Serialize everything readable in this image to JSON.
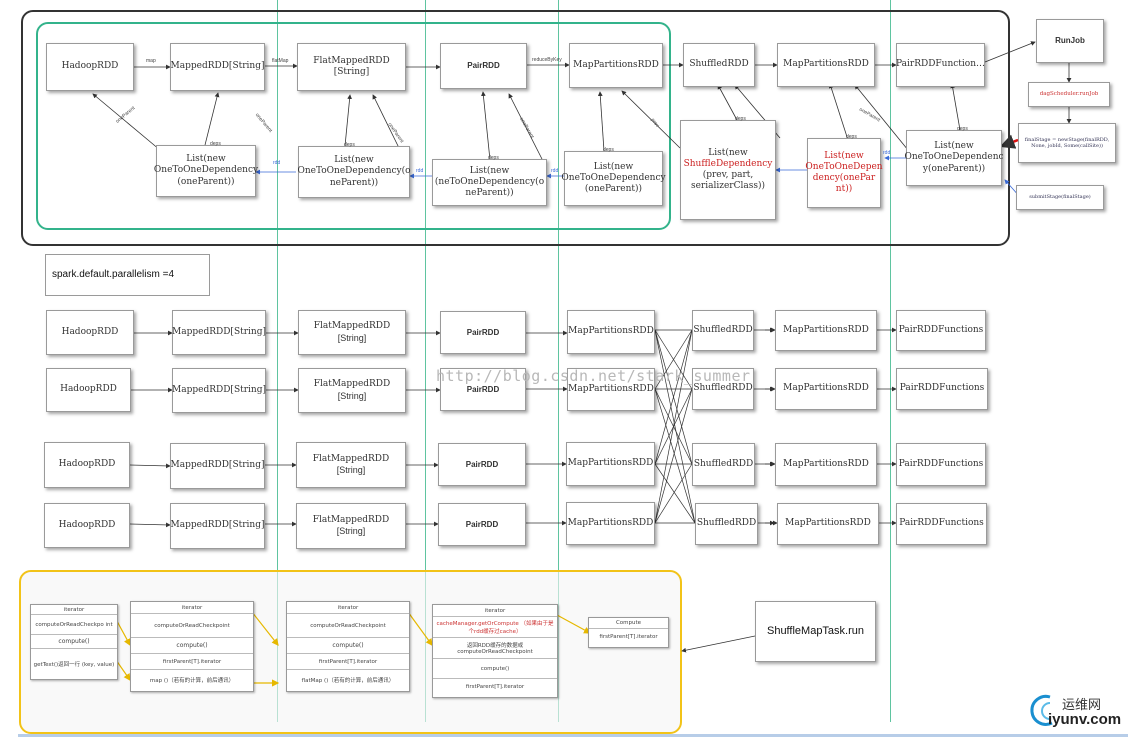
{
  "top": {
    "hadoop": "HadoopRDD",
    "mapped": "MappedRDD[String]",
    "flatmapped": "FlatMappedRDD [String]",
    "pair": "PairRDD",
    "mappart": "MapPartitionsRDD",
    "shuffled": "ShuffledRDD",
    "mappart2": "MapPartitionsRDD",
    "pairfunc": "PairRDDFunction…",
    "runjob": "RunJob",
    "dagscheduler": "dagScheduler.runJob",
    "finalstage": "finalStage = newStage(finalRDD, None, jobId, Some(callSite))",
    "submitstage": "submitStage(finalStage)",
    "list_new": "List(new",
    "onetoone": "OneToOneDependency",
    "oneparent": "(oneParent))",
    "list2_l2": "OneToOneDependency(o",
    "list2_l3": "neParent))",
    "list3_l2": "(neToOneDependency(o",
    "list3_l3": "neParent))",
    "list4_l2": "OneToOneDependency",
    "list4_l3": "(oneParent))",
    "shuffle_l1": "List(new",
    "shuffle_l2": "ShuffleDependency",
    "shuffle_l3": "(prev, part,",
    "shuffle_l4": "serializerClass))",
    "list6_l1": "List(new",
    "list6_l2": "OneToOneDepen",
    "list6_l3": "dency(onePar",
    "list6_l4": "nt))",
    "list7_l1": "List(new",
    "list7_l2": "OneToOneDependenc",
    "list7_l3": "y(oneParent))",
    "edge_map": "map",
    "edge_flatmap": "flatMap",
    "edge_reduce": "reduceByKey",
    "edge_deps": "deps",
    "edge_oneparent": "oneParent",
    "edge_rdd": "rdd",
    "edge_prev": "prev"
  },
  "parallelism": "spark.default.parallelism =4",
  "rows": [
    {
      "hadoop": "HadoopRDD",
      "mapped": "MappedRDD[String]",
      "flat": "FlatMappedRDD",
      "flat2": "[String]",
      "pair": "PairRDD",
      "mp": "MapPartitionsRDD",
      "sh": "ShuffledRDD",
      "mp2": "MapPartitionsRDD",
      "pf": "PairRDDFunctions"
    },
    {
      "hadoop": "HadoopRDD",
      "mapped": "MappedRDD[String]",
      "flat": "FlatMappedRDD",
      "flat2": "[String]",
      "pair": "PairRDD",
      "mp": "MapPartitionsRDD",
      "sh": "ShuffledRDD",
      "mp2": "MapPartitionsRDD",
      "pf": "PairRDDFunctions"
    },
    {
      "hadoop": "HadoopRDD",
      "mapped": "MappedRDD[String]",
      "flat": "FlatMappedRDD",
      "flat2": "[String]",
      "pair": "PairRDD",
      "mp": "MapPartitionsRDD",
      "sh": "ShuffledRDD",
      "mp2": "MapPartitionsRDD",
      "pf": "PairRDDFunctions"
    },
    {
      "hadoop": "HadoopRDD",
      "mapped": "MappedRDD[String]",
      "flat": "FlatMappedRDD",
      "flat2": "[String]",
      "pair": "PairRDD",
      "mp": "MapPartitionsRDD",
      "sh": "ShuffledRDD",
      "mp2": "MapPartitionsRDD",
      "pf": "PairRDDFunctions"
    }
  ],
  "watermark": "http://blog.csdn.net/stark_summer",
  "bottom": {
    "it1": [
      "iterator",
      "computeOrReadCheckpo int",
      "compute()",
      "getText()返回一行 (key, value)"
    ],
    "it2": [
      "iterator",
      "computeOrReadCheckpoint",
      "compute()",
      "firstParent[T].iterator",
      "map ()（若有的计算，前后通讯）"
    ],
    "it3": [
      "iterator",
      "computeOrReadCheckpoint",
      "compute()",
      "firstParent[T].iterator",
      "flatMap ()（若有的计算，前后通讯）"
    ],
    "it4": [
      "iterator",
      "cacheManager.getOrCompute （如果由于是个rdd缓存过cache）",
      "返回RDD缓存的数据或 computeOrReadCheckpoint",
      "compute()",
      "firstParent[T].iterator"
    ],
    "it5": [
      "Compute",
      "firstParent[T].iterator"
    ],
    "smt": "ShuffleMapTask.run"
  },
  "logo": {
    "cn": "运维网",
    "url": "iyunv.com"
  },
  "colors": {
    "green_frame": "#33b38b",
    "yellow_frame": "#f2c318",
    "vertical_lines": "#5fc4a0",
    "keyword": "#a0128d",
    "red": "#cc2222"
  }
}
